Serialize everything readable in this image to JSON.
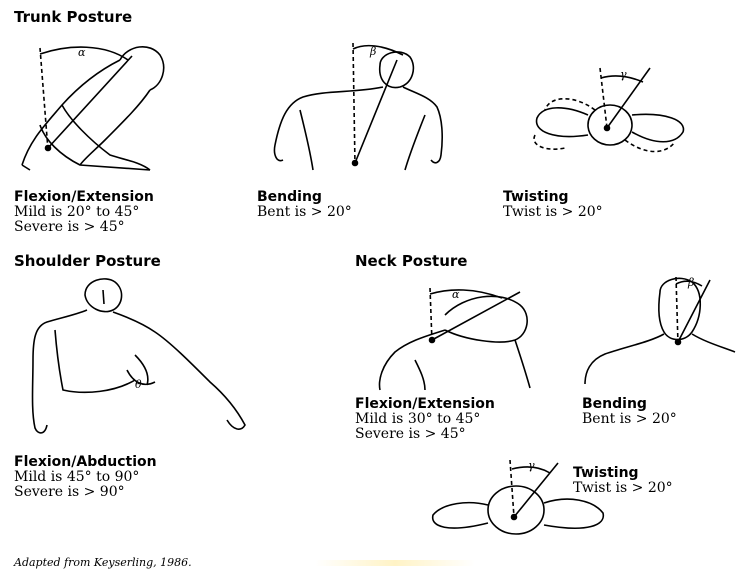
{
  "sections": {
    "trunk_title": "Trunk Posture",
    "shoulder_title": "Shoulder Posture",
    "neck_title": "Neck Posture"
  },
  "trunk": {
    "flexion": {
      "label": "Flexion/Extension",
      "mild": "Mild is 20° to 45°",
      "severe": "Severe is > 45°",
      "angle_symbol": "α"
    },
    "bending": {
      "label": "Bending",
      "rule": "Bent is > 20°",
      "angle_symbol": "β"
    },
    "twisting": {
      "label": "Twisting",
      "rule": "Twist is > 20°",
      "angle_symbol": "γ"
    }
  },
  "shoulder": {
    "flexion": {
      "label": "Flexion/Abduction",
      "mild": "Mild is 45° to 90°",
      "severe": "Severe is > 90°",
      "angle_symbol": "θ"
    }
  },
  "neck": {
    "flexion": {
      "label": "Flexion/Extension",
      "mild": "Mild is 30° to 45°",
      "severe": "Severe is > 45°",
      "angle_symbol": "α"
    },
    "bending": {
      "label": "Bending",
      "rule": "Bent is > 20°",
      "angle_symbol": "β"
    },
    "twisting": {
      "label": "Twisting",
      "rule": "Twist is > 20°",
      "angle_symbol": "γ"
    }
  },
  "caption": "Adapted from Keyserling, 1986."
}
